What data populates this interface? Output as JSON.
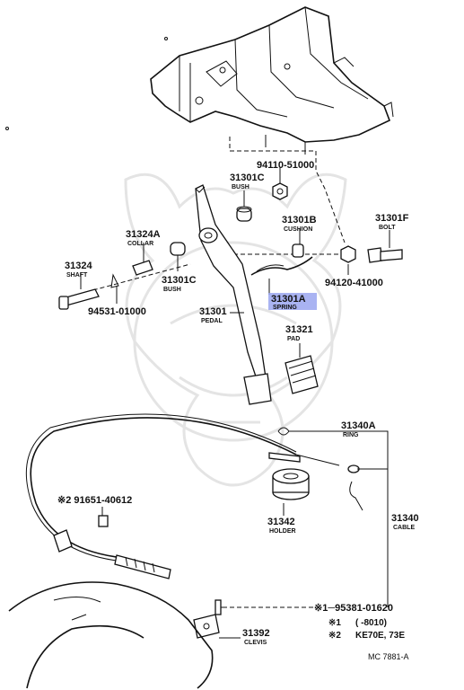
{
  "highlight_color": "#9aa6f0",
  "labels": {
    "bolt_94110": {
      "number": "94110-51000",
      "name": ""
    },
    "bush_c_top": {
      "number": "31301C",
      "name": "BUSH"
    },
    "cushion": {
      "number": "31301B",
      "name": "CUSHION"
    },
    "bolt_f": {
      "number": "31301F",
      "name": "BOLT"
    },
    "collar": {
      "number": "31324A",
      "name": "COLLAR"
    },
    "shaft": {
      "number": "31324",
      "name": "SHAFT"
    },
    "bush_c_low": {
      "number": "31301C",
      "name": "BUSH"
    },
    "nut_94120": {
      "number": "94120-41000",
      "name": ""
    },
    "spring": {
      "number": "31301A",
      "name": "SPRING"
    },
    "clip_94531": {
      "number": "94531-01000",
      "name": ""
    },
    "pedal": {
      "number": "31301",
      "name": "PEDAL"
    },
    "pad": {
      "number": "31321",
      "name": "PAD"
    },
    "ring": {
      "number": "31340A",
      "name": "RING"
    },
    "bolt_91651": {
      "number": "※2 91651-40612",
      "name": ""
    },
    "holder": {
      "number": "31342",
      "name": "HOLDER"
    },
    "cable": {
      "number": "31340",
      "name": "CABLE"
    },
    "pin_95381": {
      "number": "※1─95381-01620",
      "name": ""
    },
    "clevis": {
      "number": "31392",
      "name": "CLEVIS"
    }
  },
  "notes": [
    {
      "mark": "※1",
      "text": "(      -8010)"
    },
    {
      "mark": "※2",
      "text": "KE70E, 73E"
    }
  ],
  "figure_ref": "MC 7881-A"
}
